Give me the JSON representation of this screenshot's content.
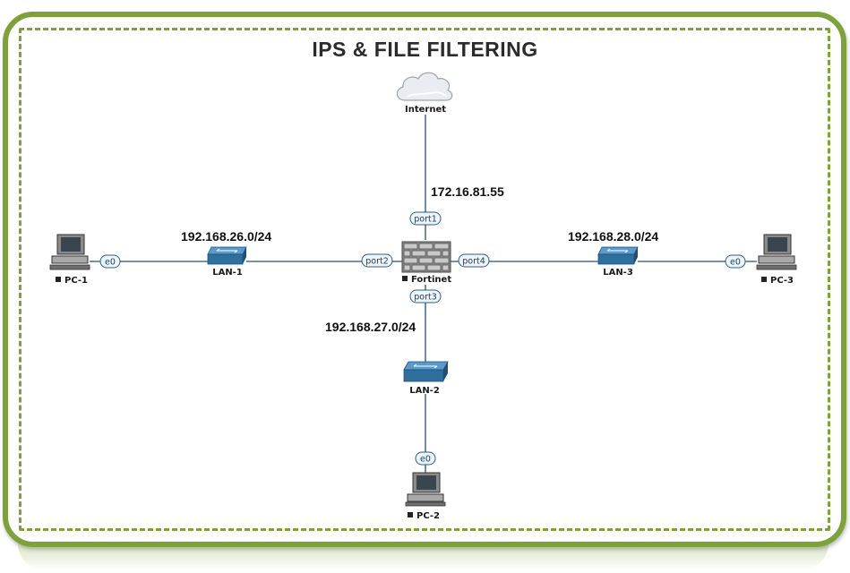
{
  "title": "IPS & FILE FILTERING",
  "colors": {
    "frame_green": "#7da13b",
    "link": "#4a6e95",
    "switch_blue": "#2e6f9e"
  },
  "nodes": {
    "internet": {
      "label": "Internet",
      "icon": "cloud-icon"
    },
    "firewall": {
      "label": "Fortinet",
      "icon": "firewall-icon"
    },
    "lan1": {
      "label": "LAN-1",
      "icon": "switch-icon"
    },
    "lan2": {
      "label": "LAN-2",
      "icon": "switch-icon"
    },
    "lan3": {
      "label": "LAN-3",
      "icon": "switch-icon"
    },
    "pc1": {
      "label": "PC-1",
      "icon": "computer-icon"
    },
    "pc2": {
      "label": "PC-2",
      "icon": "computer-icon"
    },
    "pc3": {
      "label": "PC-3",
      "icon": "computer-icon"
    }
  },
  "ports": {
    "port1": "port1",
    "port2": "port2",
    "port3": "port3",
    "port4": "port4",
    "pc1_e0": "e0",
    "pc2_e0": "e0",
    "pc3_e0": "e0"
  },
  "networks": {
    "wan": "172.16.81.55",
    "lan1": "192.168.26.0/24",
    "lan2": "192.168.27.0/24",
    "lan3": "192.168.28.0/24"
  }
}
